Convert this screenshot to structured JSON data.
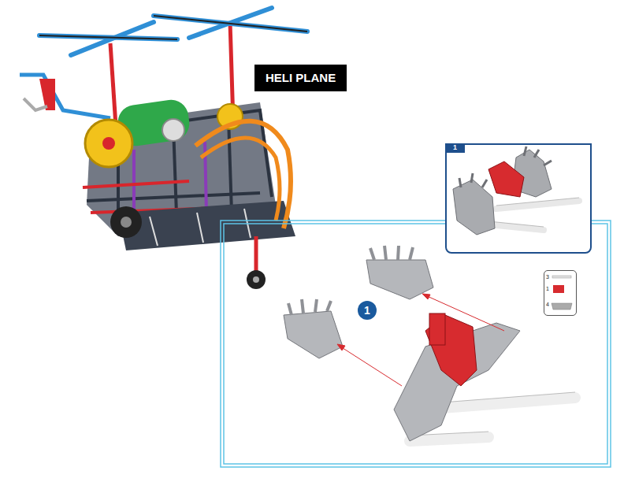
{
  "diagram": {
    "title": "HELI PLANE",
    "nodes": [
      {
        "text": [
          "1"
        ]
      },
      {
        "text": [
          "1"
        ]
      },
      {
        "text": [
          "3",
          "1",
          "4"
        ]
      }
    ]
  }
}
